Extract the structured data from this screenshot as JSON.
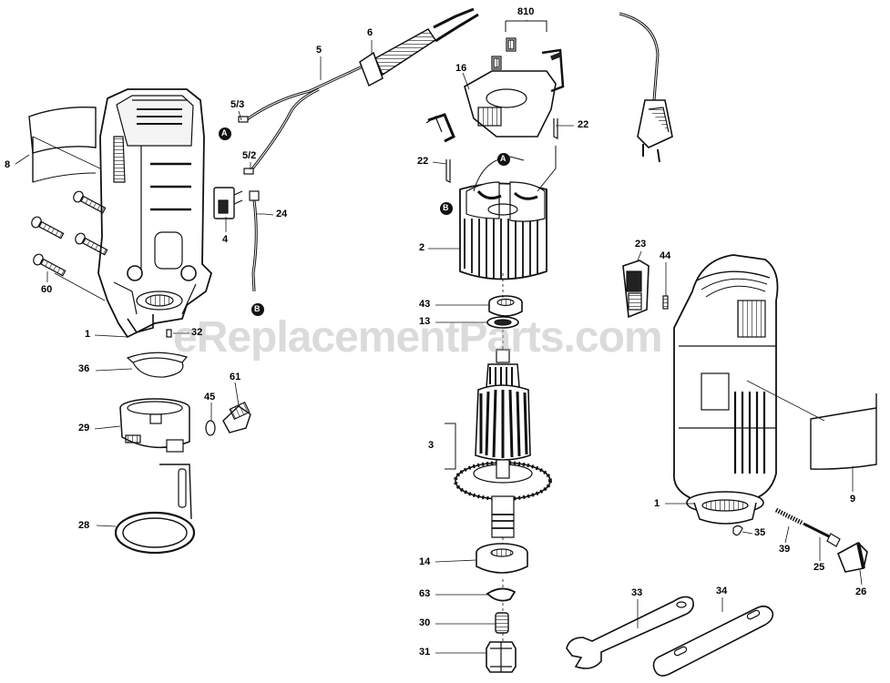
{
  "watermark": "eReplacementParts.com",
  "callouts": {
    "A": "A",
    "B": "B"
  },
  "labels": {
    "l810": "810",
    "l6": "6",
    "l5": "5",
    "l53": "5/3",
    "l52": "5/2",
    "l8": "8",
    "l4": "4",
    "l24": "24",
    "l60": "60",
    "l1a": "1",
    "l32": "32",
    "l36": "36",
    "l61": "61",
    "l45": "45",
    "l29": "29",
    "l28": "28",
    "l16": "16",
    "l22a": "22",
    "l22b": "22",
    "l2": "2",
    "l43": "43",
    "l13": "13",
    "l3": "3",
    "l14": "14",
    "l63": "63",
    "l30": "30",
    "l31": "31",
    "l23": "23",
    "l44": "44",
    "l1b": "1",
    "l9": "9",
    "l35": "35",
    "l39": "39",
    "l25": "25",
    "l26": "26",
    "l33": "33",
    "l34": "34"
  }
}
